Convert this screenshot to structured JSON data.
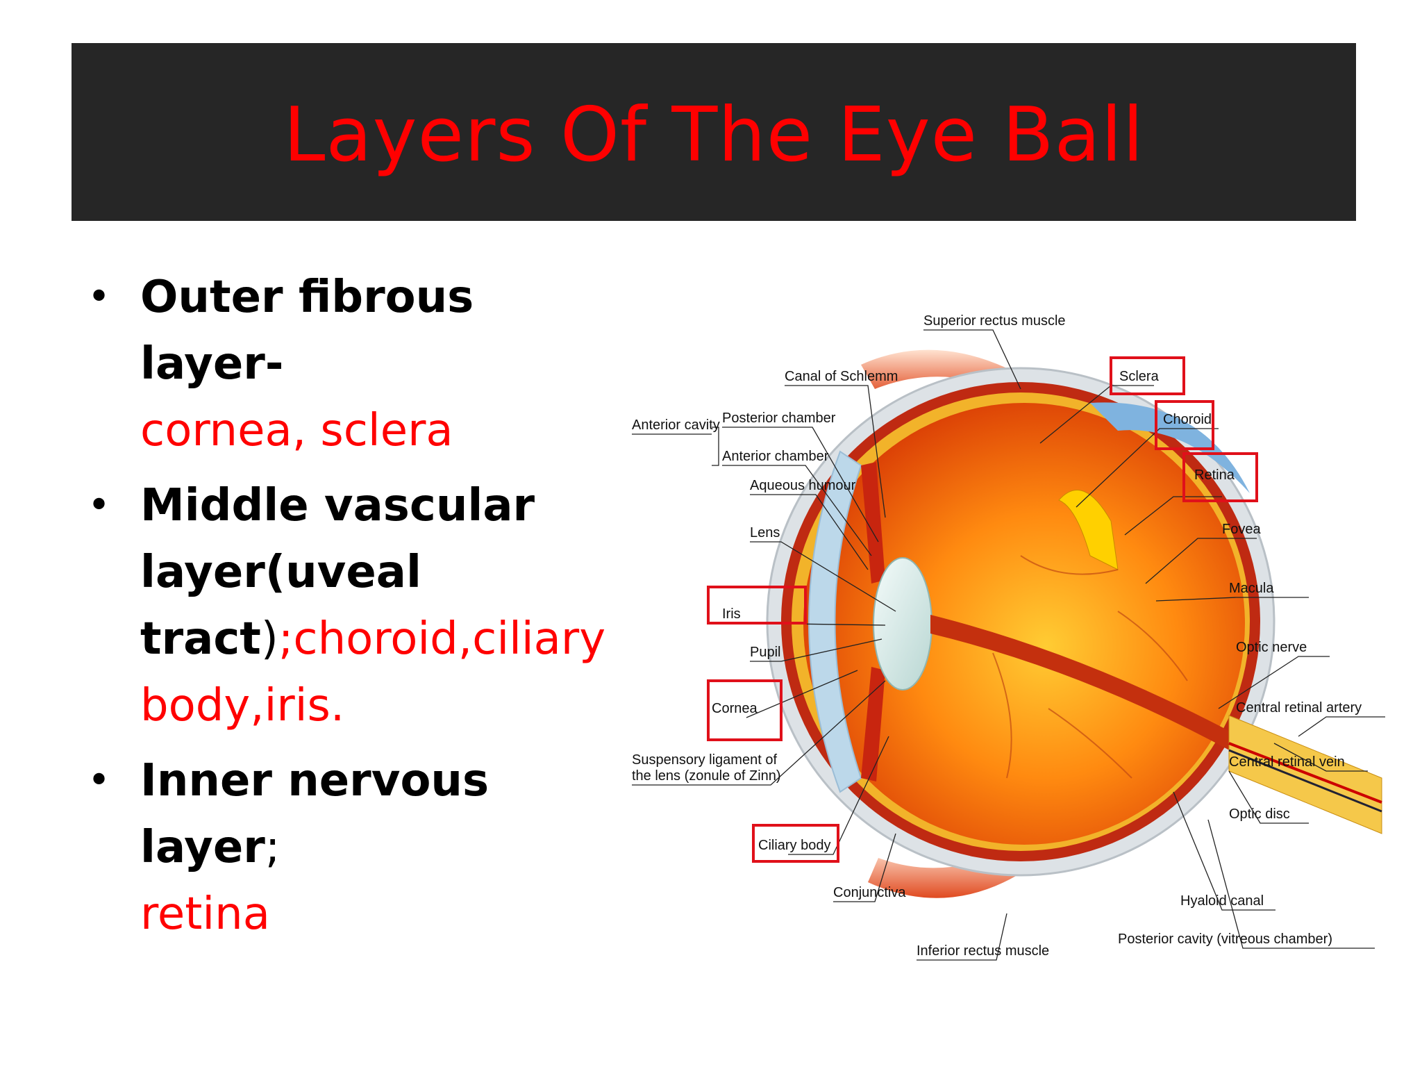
{
  "slide": {
    "title": "Layers Of The Eye Ball",
    "bullets": [
      {
        "bold": "Outer fibrous layer-",
        "normal": "",
        "red": "cornea, sclera"
      },
      {
        "bold": "Middle vascular layer(uveal tract",
        "normal": ")",
        "red": ";choroid,ciliary body,iris."
      },
      {
        "bold": "Inner nervous layer",
        "normal": ";",
        "red": "retina"
      }
    ]
  },
  "diagram": {
    "labels": {
      "superior_rectus": "Superior rectus muscle",
      "canal_schlemm": "Canal of Schlemm",
      "anterior_cavity": "Anterior cavity",
      "posterior_chamber": "Posterior chamber",
      "anterior_chamber": "Anterior chamber",
      "aqueous_humour": "Aqueous humour",
      "lens": "Lens",
      "iris": "Iris",
      "pupil": "Pupil",
      "cornea": "Cornea",
      "suspensory_1": "Suspensory ligament of",
      "suspensory_2": "the lens (zonule of Zinn)",
      "ciliary_body": "Ciliary body",
      "conjunctiva": "Conjunctiva",
      "inferior_rectus": "Inferior rectus muscle",
      "sclera": "Sclera",
      "choroid": "Choroid",
      "retina": "Retina",
      "fovea": "Fovea",
      "macula": "Macula",
      "optic_nerve": "Optic nerve",
      "central_artery": "Central retinal artery",
      "central_vein": "Central retinal vein",
      "optic_disc": "Optic disc",
      "hyaloid_canal": "Hyaloid canal",
      "posterior_cavity": "Posterior cavity (vitreous chamber)"
    },
    "colors": {
      "highlight_box": "#e0101a",
      "title_bar": "#262626",
      "title_text": "#ff0000"
    }
  }
}
